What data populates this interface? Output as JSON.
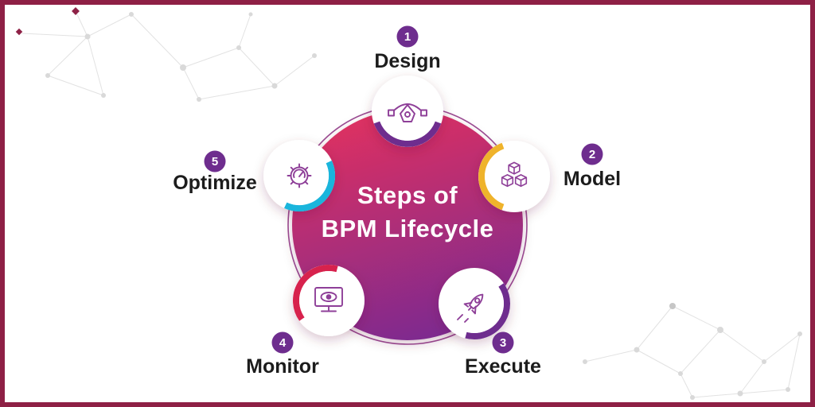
{
  "diagram": {
    "title_line1": "Steps of",
    "title_line2": "BPM Lifecycle"
  },
  "steps": [
    {
      "number": "1",
      "label": "Design",
      "accent": "#6e2d8e",
      "icon": "pen-tool-icon"
    },
    {
      "number": "2",
      "label": "Model",
      "accent": "#efb32b",
      "icon": "cubes-icon"
    },
    {
      "number": "3",
      "label": "Execute",
      "accent": "#6e2d8e",
      "icon": "rocket-icon"
    },
    {
      "number": "4",
      "label": "Monitor",
      "accent": "#d7224d",
      "icon": "monitor-eye-icon"
    },
    {
      "number": "5",
      "label": "Optimize",
      "accent": "#1ab5dc",
      "icon": "gear-gauge-icon"
    }
  ],
  "colors": {
    "frame": "#8e2045",
    "badge": "#6e2d8e",
    "ring": "#8a2b80",
    "gradient_top": "#de3061",
    "gradient_bottom": "#7c2b90",
    "icon_stroke": "#8e3f98",
    "label_text": "#1c1c1c",
    "title_text": "#ffffff",
    "decor_line": "#e2e2e2",
    "decor_dot": "#d9d9d9",
    "accent_dot": "#8e2247"
  }
}
